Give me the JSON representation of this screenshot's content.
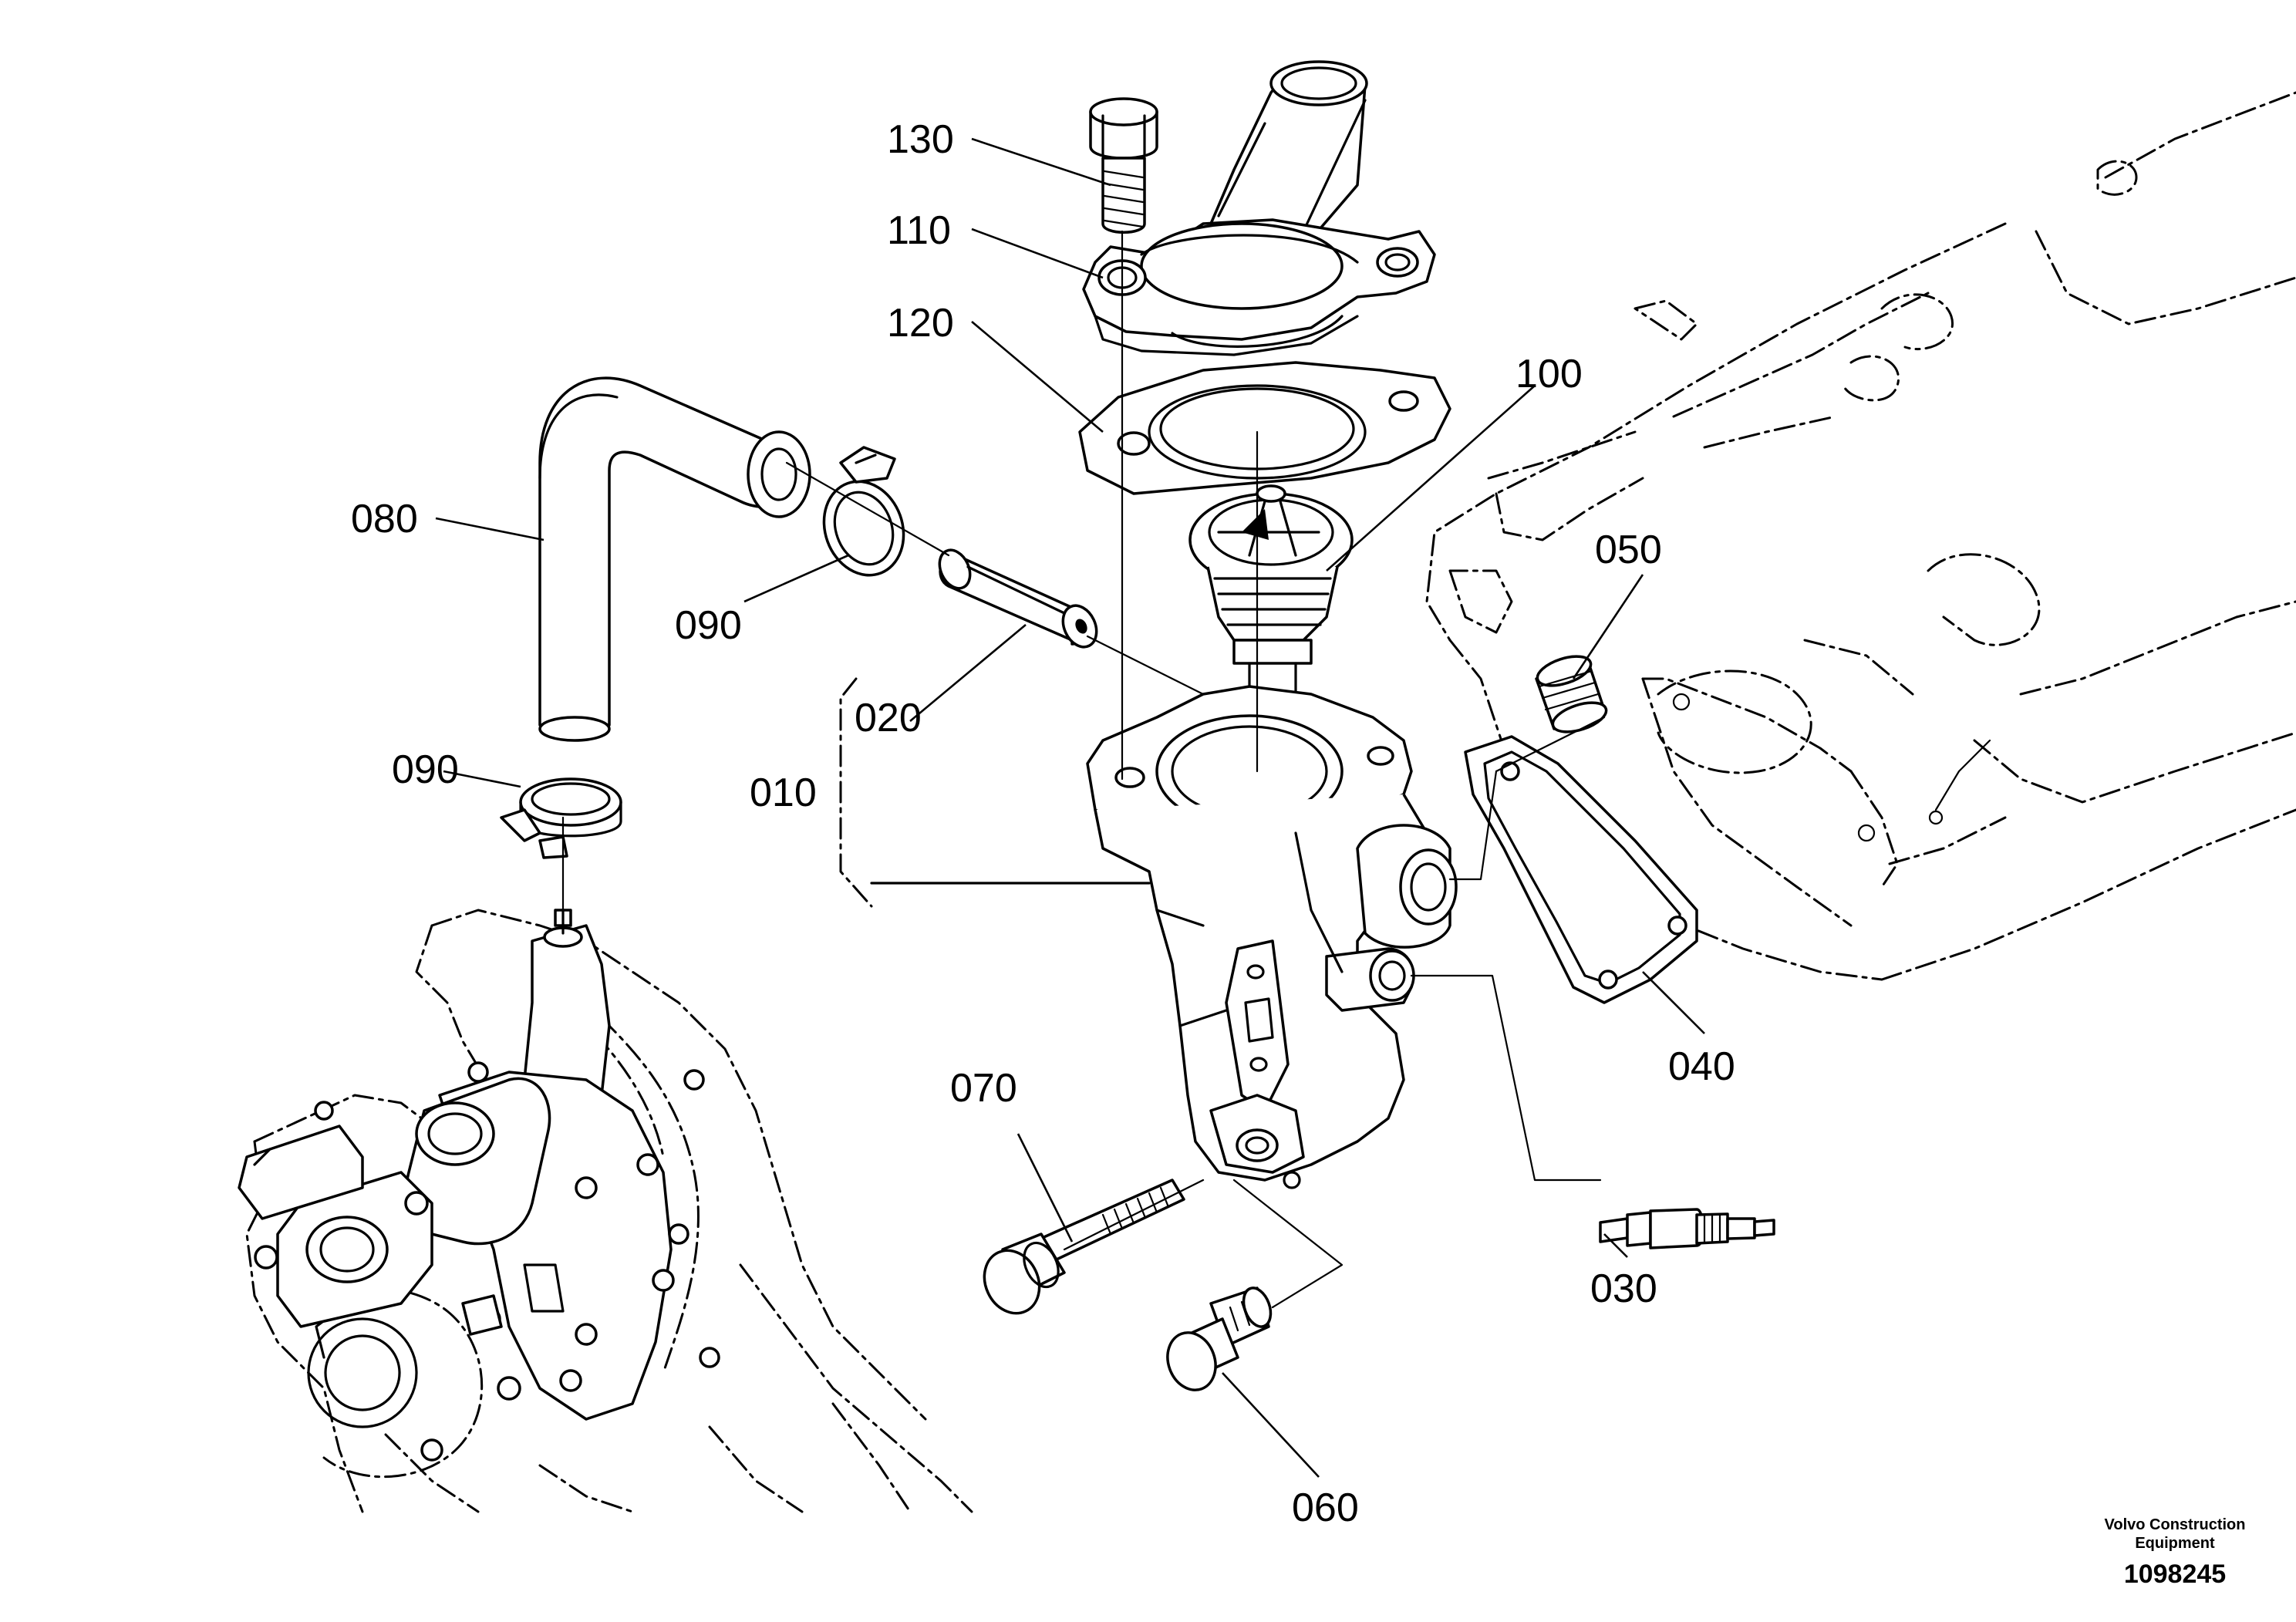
{
  "callouts": {
    "p130": "130",
    "p110": "110",
    "p120": "120",
    "p100": "100",
    "p080": "080",
    "p090_upper": "090",
    "p090_lower": "090",
    "p020": "020",
    "p010": "010",
    "p050": "050",
    "p040": "040",
    "p070": "070",
    "p030": "030",
    "p060": "060"
  },
  "credit": {
    "line1": "Volvo Construction",
    "line2": "Equipment",
    "figure_number": "1098245"
  }
}
